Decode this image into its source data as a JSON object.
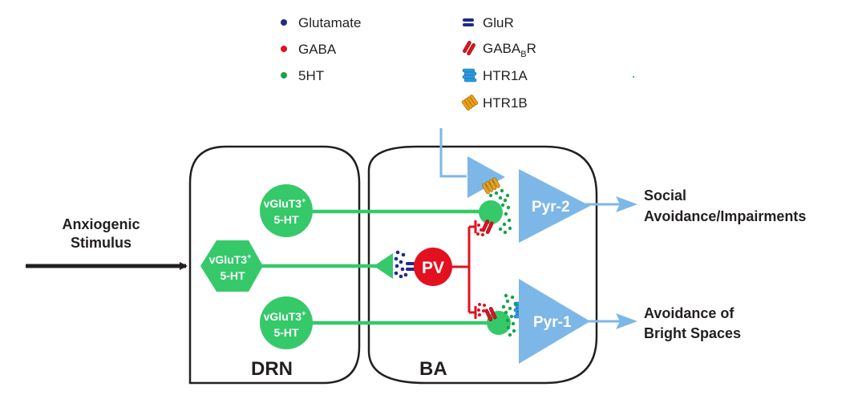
{
  "legend": {
    "molecules": [
      {
        "label": "Glutamate",
        "icon": "glutamate-dot-icon",
        "color": "#1f2a8a"
      },
      {
        "label": "GABA",
        "icon": "gaba-dot-icon",
        "color": "#e3101f"
      },
      {
        "label": "5HT",
        "icon": "serotonin-dot-icon",
        "color": "#16a34a"
      }
    ],
    "receptors": [
      {
        "label": "GluR",
        "icon": "glur-receptor-icon",
        "color": "#1f2a8a"
      },
      {
        "label": "GABA",
        "sub": "B",
        "suffix": "R",
        "icon": "gabab-receptor-icon",
        "color": "#e3101f"
      },
      {
        "label": "HTR1A",
        "icon": "htr1a-receptor-icon",
        "color": "#2a9be0"
      },
      {
        "label": "HTR1B",
        "icon": "htr1b-receptor-icon",
        "color": "#f0a012"
      }
    ]
  },
  "stimulus": {
    "line1": "Anxiogenic",
    "line2": "Stimulus"
  },
  "regions": {
    "drn": "DRN",
    "ba": "BA"
  },
  "drn_cells": [
    {
      "line1": "vGluT3",
      "sup": "+",
      "line2": "5-HT",
      "shape": "circle"
    },
    {
      "line1": "vGluT3",
      "sup": "+",
      "line2": "5-HT",
      "shape": "hexagon"
    },
    {
      "line1": "vGluT3",
      "sup": "+",
      "line2": "5-HT",
      "shape": "circle"
    }
  ],
  "ba_cells": {
    "pv": "PV",
    "pyr2": "Pyr-2",
    "pyr1": "Pyr-1"
  },
  "outputs": {
    "pyr2": {
      "line1": "Social",
      "line2": "Avoidance/Impairments"
    },
    "pyr1": {
      "line1": "Avoidance of",
      "line2": "Bright Spaces"
    }
  },
  "colors": {
    "serotonin_green": "#35c96a",
    "dot_green": "#16a34a",
    "pv_red": "#e3101f",
    "pyr_blue": "#7db7e8",
    "glutamate_navy": "#1f2a8a",
    "htr1a_blue": "#2a9be0",
    "htr1b_orange": "#f0a012",
    "outline": "#231f20"
  }
}
